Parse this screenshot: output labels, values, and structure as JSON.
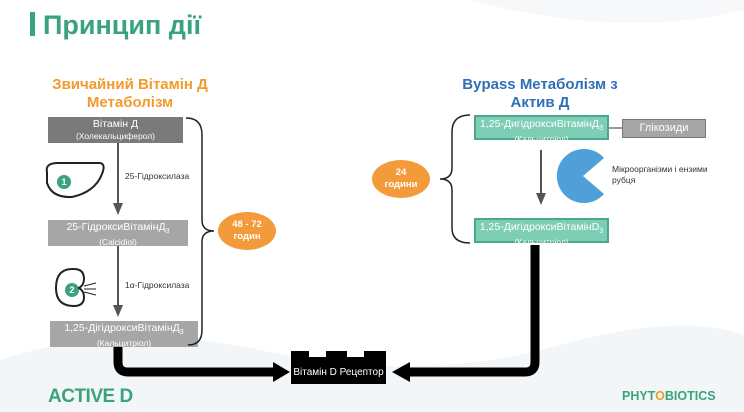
{
  "title": "Принцип дії",
  "left": {
    "heading_line1": "Звичайний Вітамін Д",
    "heading_line2": "Метаболізм",
    "box1_main": "Вітамін Д",
    "box1_sub": "(Холекальциферол)",
    "step1_badge": "1",
    "step1_label": "25-Гідроксилаза",
    "box2_main": "25-ГідроксиВітамінД",
    "box2_subscript": "3",
    "box2_sub": "(Calcidiol)",
    "step2_badge": "2",
    "step2_label": "1α-Гідроксилаза",
    "box3_main": "1,25-ДігідроксиВітамінД",
    "box3_subscript": "3",
    "box3_sub": "(Кальцитріол)",
    "duration_line1": "48 - 72",
    "duration_line2": "годин"
  },
  "right": {
    "heading_line1": "Bypass Метаболізм з",
    "heading_line2": "Актив Д",
    "box1_main": "1,25-ДигідроксиВітамінД",
    "box1_subscript": "3",
    "box1_sub": "(Кальцитріол)",
    "glycoside_label": "Глікозиди",
    "microbe_label_line1": "Мікроорганізми і ензими",
    "microbe_label_line2": "рубця",
    "box2_main": "1,25-ДигідроксиВітамінD",
    "box2_subscript": "3",
    "box2_sub": "(Кальцитріол)",
    "duration_line1": "24",
    "duration_line2": "години"
  },
  "receptor_label": "Вітамін D Рецептор",
  "logo_left": "ACTIVE D",
  "logo_right_a": "PHYT",
  "logo_right_o": "O",
  "logo_right_b": "BIOTICS",
  "colors": {
    "brand_green": "#3aa37b",
    "orange": "#f29a2e",
    "blue_heading": "#2f6fb6",
    "teal_box": "#7ecdb5",
    "pie_blue": "#4f9fd8"
  }
}
